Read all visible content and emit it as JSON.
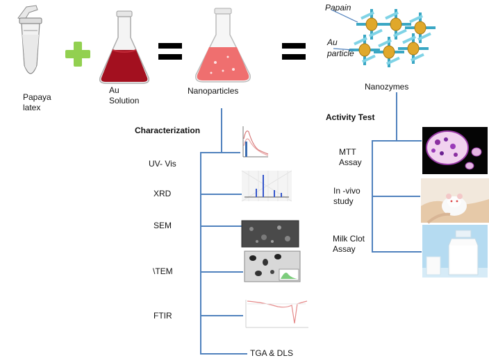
{
  "top": {
    "papaya_label_1": "Papaya",
    "papaya_label_2": "latex",
    "au_label_1": "Au",
    "au_label_2": "Solution",
    "nanoparticles_label": "Nanoparticles",
    "nanozymes_label": "Nanozymes",
    "papain_label": "Papain",
    "au_particle_label_1": "Au",
    "au_particle_label_2": "particle"
  },
  "characterization": {
    "heading": "Characterization",
    "items": [
      {
        "label": "UV- Vis",
        "icon": "uv-vis-spectrum-thumbnail"
      },
      {
        "label": "XRD",
        "icon": "xrd-pattern-thumbnail"
      },
      {
        "label": "SEM",
        "icon": "sem-micrograph-thumbnail"
      },
      {
        "label": "\\TEM",
        "icon": "tem-micrograph-thumbnail"
      },
      {
        "label": "FTIR",
        "icon": "ftir-spectrum-thumbnail"
      },
      {
        "label": "TGA & DLS",
        "icon": ""
      }
    ]
  },
  "activity": {
    "heading": "Activity Test",
    "items": [
      {
        "label_1": "MTT",
        "label_2": "Assay",
        "icon": "cell-micrograph-photo"
      },
      {
        "label_1": "In  -vivo",
        "label_2": "study",
        "icon": "mouse-in-hand-photo"
      },
      {
        "label_1": "Milk Clot",
        "label_2": "Assay",
        "icon": "milk-jar-photo"
      }
    ]
  },
  "colors": {
    "connector": "#4f81bd",
    "plus": "#92d050",
    "equals": "#000000",
    "au_solution": "#a3101f",
    "nanoparticle_solution": "#ef6f6f"
  }
}
